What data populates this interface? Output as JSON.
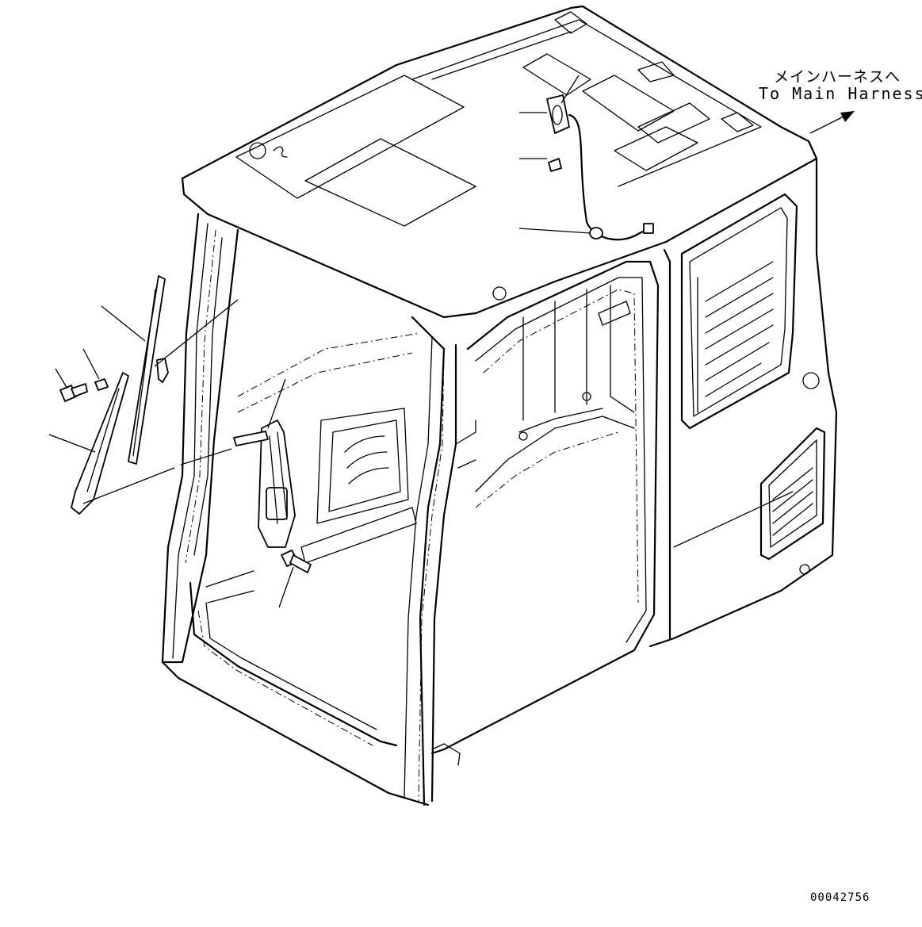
{
  "labels": {
    "main_harness_jp": "メインハーネスへ",
    "main_harness_en": "To Main Harness",
    "drawing_number": "00042756"
  },
  "colors": {
    "line": "#000000",
    "background": "#ffffff"
  }
}
